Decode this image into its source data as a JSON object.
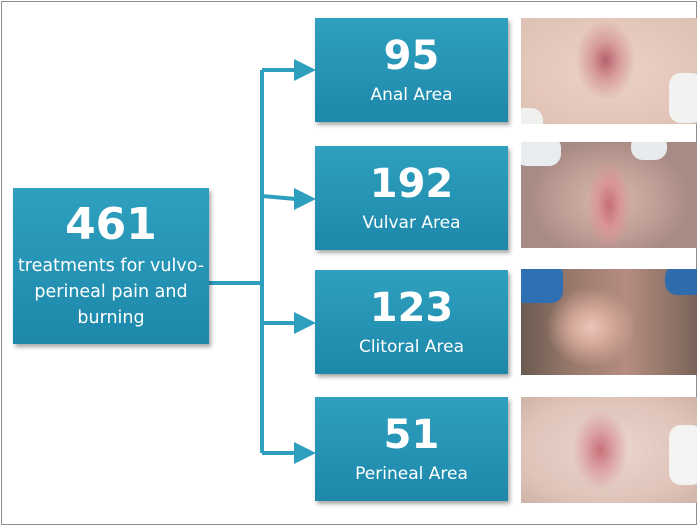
{
  "root": {
    "count": "461",
    "label": "treatments for vulvo-perineal pain and burning"
  },
  "areas": [
    {
      "count": "95",
      "label": "Anal Area"
    },
    {
      "count": "192",
      "label": "Vulvar Area"
    },
    {
      "count": "123",
      "label": "Clitoral Area"
    },
    {
      "count": "51",
      "label": "Perineal Area"
    }
  ],
  "colors": {
    "box": "#2298b9",
    "connector": "#2f9fc0"
  }
}
